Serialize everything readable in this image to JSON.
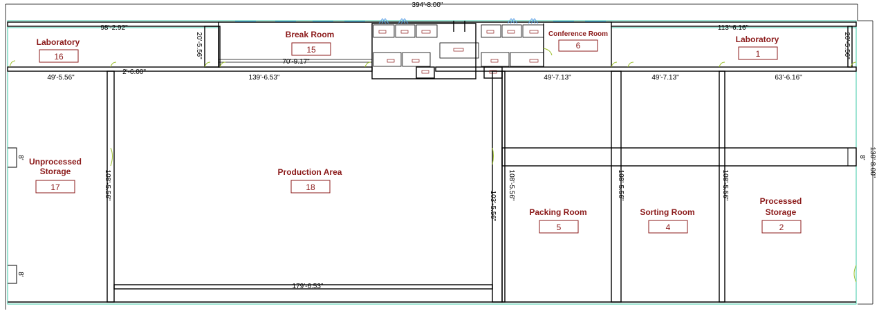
{
  "plan": {
    "dimensions": {
      "overall_width": "394'-8.00\"",
      "overall_height": "130'-8.00\"",
      "lab16_width": "98'-2.92\"",
      "lab16_height": "20'-5.56\"",
      "lab1_width": "113'-6.16\"",
      "lab1_height": "20'-5.56\"",
      "break_room_width": "70'-9.17\"",
      "corridor_gap": "2'-6.00\"",
      "unprocessed_width": "49'-5.56\"",
      "production_width": "139'-6.53\"",
      "packing_width": "49'-7.13\"",
      "sorting_width": "49'-7.13\"",
      "processed_width": "63'-6.16\"",
      "unprocessed_height": "108'-5.56\"",
      "production_height": "103'-5.56\"",
      "packing_height": "108'-5.56\"",
      "sorting_height": "108'-5.56\"",
      "processed_height": "108'-5.56\"",
      "production_bottom_width": "179'-6.53\"",
      "door_left_a": "8'",
      "door_left_b": "8'",
      "door_right": "8'"
    },
    "rooms": {
      "lab16": {
        "name": "Laboratory",
        "number": "16"
      },
      "break": {
        "name": "Break Room",
        "number": "15"
      },
      "conference": {
        "name": "Conference Room",
        "number": "6"
      },
      "lab1": {
        "name": "Laboratory",
        "number": "1"
      },
      "unprocessed_line1": "Unprocessed",
      "unprocessed_line2": "Storage",
      "unprocessed_number": "17",
      "production": {
        "name": "Production Area",
        "number": "18"
      },
      "packing": {
        "name": "Packing Room",
        "number": "5"
      },
      "sorting": {
        "name": "Sorting Room",
        "number": "4"
      },
      "processed_line1": "Processed",
      "processed_line2": "Storage",
      "processed_number": "2"
    },
    "colors": {
      "room_label": "#8b1a1a",
      "wall": "#000000",
      "edge_line": "#3ec9a7",
      "door": "#9bbf2a",
      "window": "#5aa0e6"
    }
  }
}
